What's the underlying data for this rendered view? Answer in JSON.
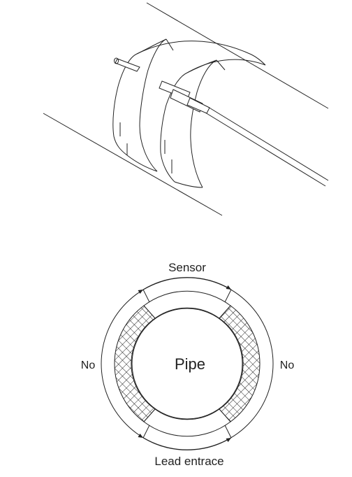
{
  "labels": {
    "top": "Sensor",
    "left": "No",
    "right": "No",
    "center": "Pipe",
    "bottom": "Lead entrace"
  },
  "colors": {
    "line": "#222222",
    "background": "#ffffff"
  },
  "icons": {
    "hatch": "cross-hatch-pattern",
    "arrow": "arrowhead"
  }
}
